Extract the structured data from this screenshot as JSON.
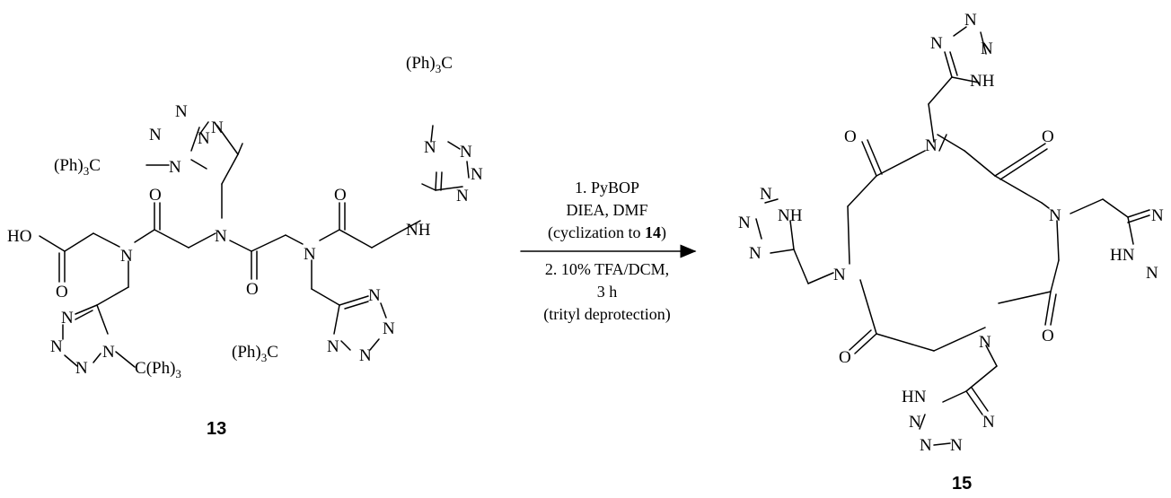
{
  "reactant": {
    "compound_number": "13",
    "atom_labels": {
      "acid": "HO",
      "o_acid": "O",
      "n1": "N",
      "o_amide1": "O",
      "n2": "N",
      "o_amide2": "O",
      "n3": "N",
      "o_amide3": "O",
      "nh": "NH",
      "ring_n": "N"
    },
    "trityl_label": "(Ph)",
    "trityl_sub": "3",
    "trityl_c": "C"
  },
  "conditions": {
    "line1": "1. PyBOP",
    "line2": "DIEA, DMF",
    "line3_pre": "(cyclization to ",
    "line3_bold": "14",
    "line3_post": ")",
    "line4": "2. 10% TFA/DCM,",
    "line5": "3 h",
    "line6": "(trityl deprotection)"
  },
  "product": {
    "compound_number": "15",
    "atom_labels": {
      "n": "N",
      "o": "O",
      "nh": "NH",
      "hn": "HN"
    }
  }
}
